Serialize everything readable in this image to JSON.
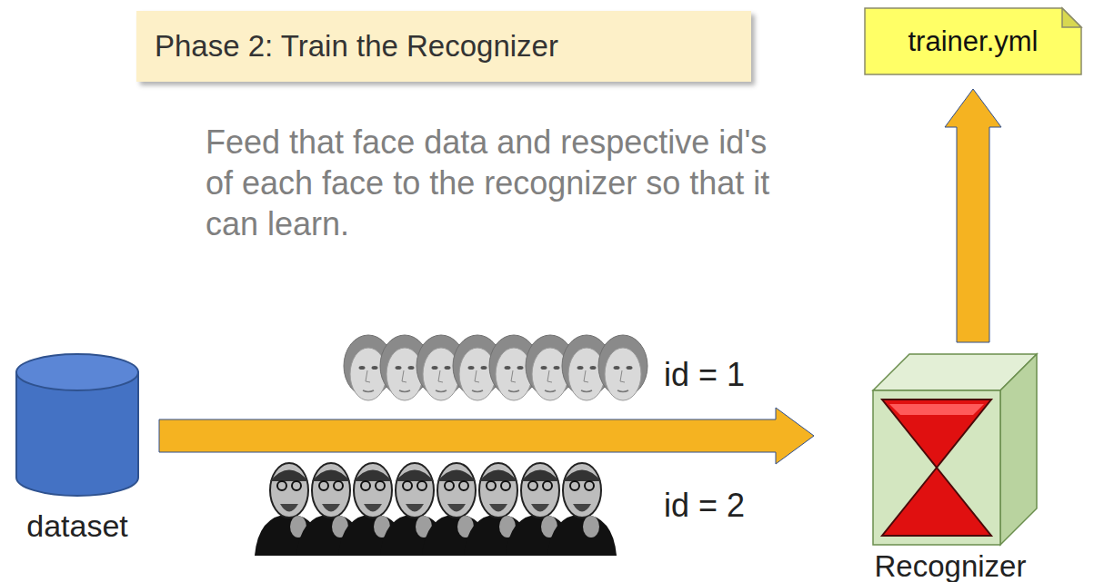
{
  "diagram": {
    "title": "Phase 2: Train the Recognizer",
    "nodes": [
      {
        "text": [
          "trainer.yml"
        ]
      },
      {
        "text": [
          "dataset"
        ]
      },
      {
        "text": [
          "Recognizer"
        ]
      }
    ],
    "edges": [
      {
        "from": 1,
        "to": 2,
        "arrow": "to"
      },
      {
        "from": 2,
        "to": 0,
        "arrow": "to"
      }
    ],
    "labels": [
      "Feed that face data and respective id's of each face to the recognizer so that it can learn.",
      "id = 1",
      "id = 2"
    ]
  }
}
